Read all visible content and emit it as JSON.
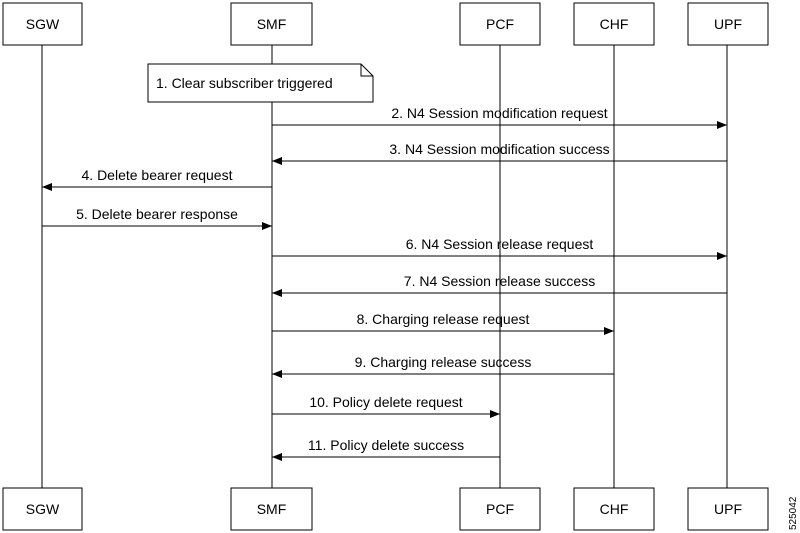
{
  "participants": [
    {
      "id": "sgw",
      "label": "SGW"
    },
    {
      "id": "smf",
      "label": "SMF"
    },
    {
      "id": "pcf",
      "label": "PCF"
    },
    {
      "id": "chf",
      "label": "CHF"
    },
    {
      "id": "upf",
      "label": "UPF"
    }
  ],
  "note": {
    "participant": "smf",
    "label": "1. Clear subscriber triggered"
  },
  "messages": [
    {
      "from": "smf",
      "to": "upf",
      "label": "2. N4 Session modification request"
    },
    {
      "from": "upf",
      "to": "smf",
      "label": "3. N4 Session modification success"
    },
    {
      "from": "smf",
      "to": "sgw",
      "label": "4. Delete bearer request"
    },
    {
      "from": "sgw",
      "to": "smf",
      "label": "5. Delete bearer response"
    },
    {
      "from": "smf",
      "to": "upf",
      "label": "6. N4 Session release request"
    },
    {
      "from": "upf",
      "to": "smf",
      "label": "7. N4 Session release success"
    },
    {
      "from": "smf",
      "to": "chf",
      "label": "8. Charging release request"
    },
    {
      "from": "chf",
      "to": "smf",
      "label": "9. Charging release success"
    },
    {
      "from": "smf",
      "to": "pcf",
      "label": "10. Policy delete request"
    },
    {
      "from": "pcf",
      "to": "smf",
      "label": "11. Policy delete success"
    }
  ],
  "figure_id": "525042"
}
